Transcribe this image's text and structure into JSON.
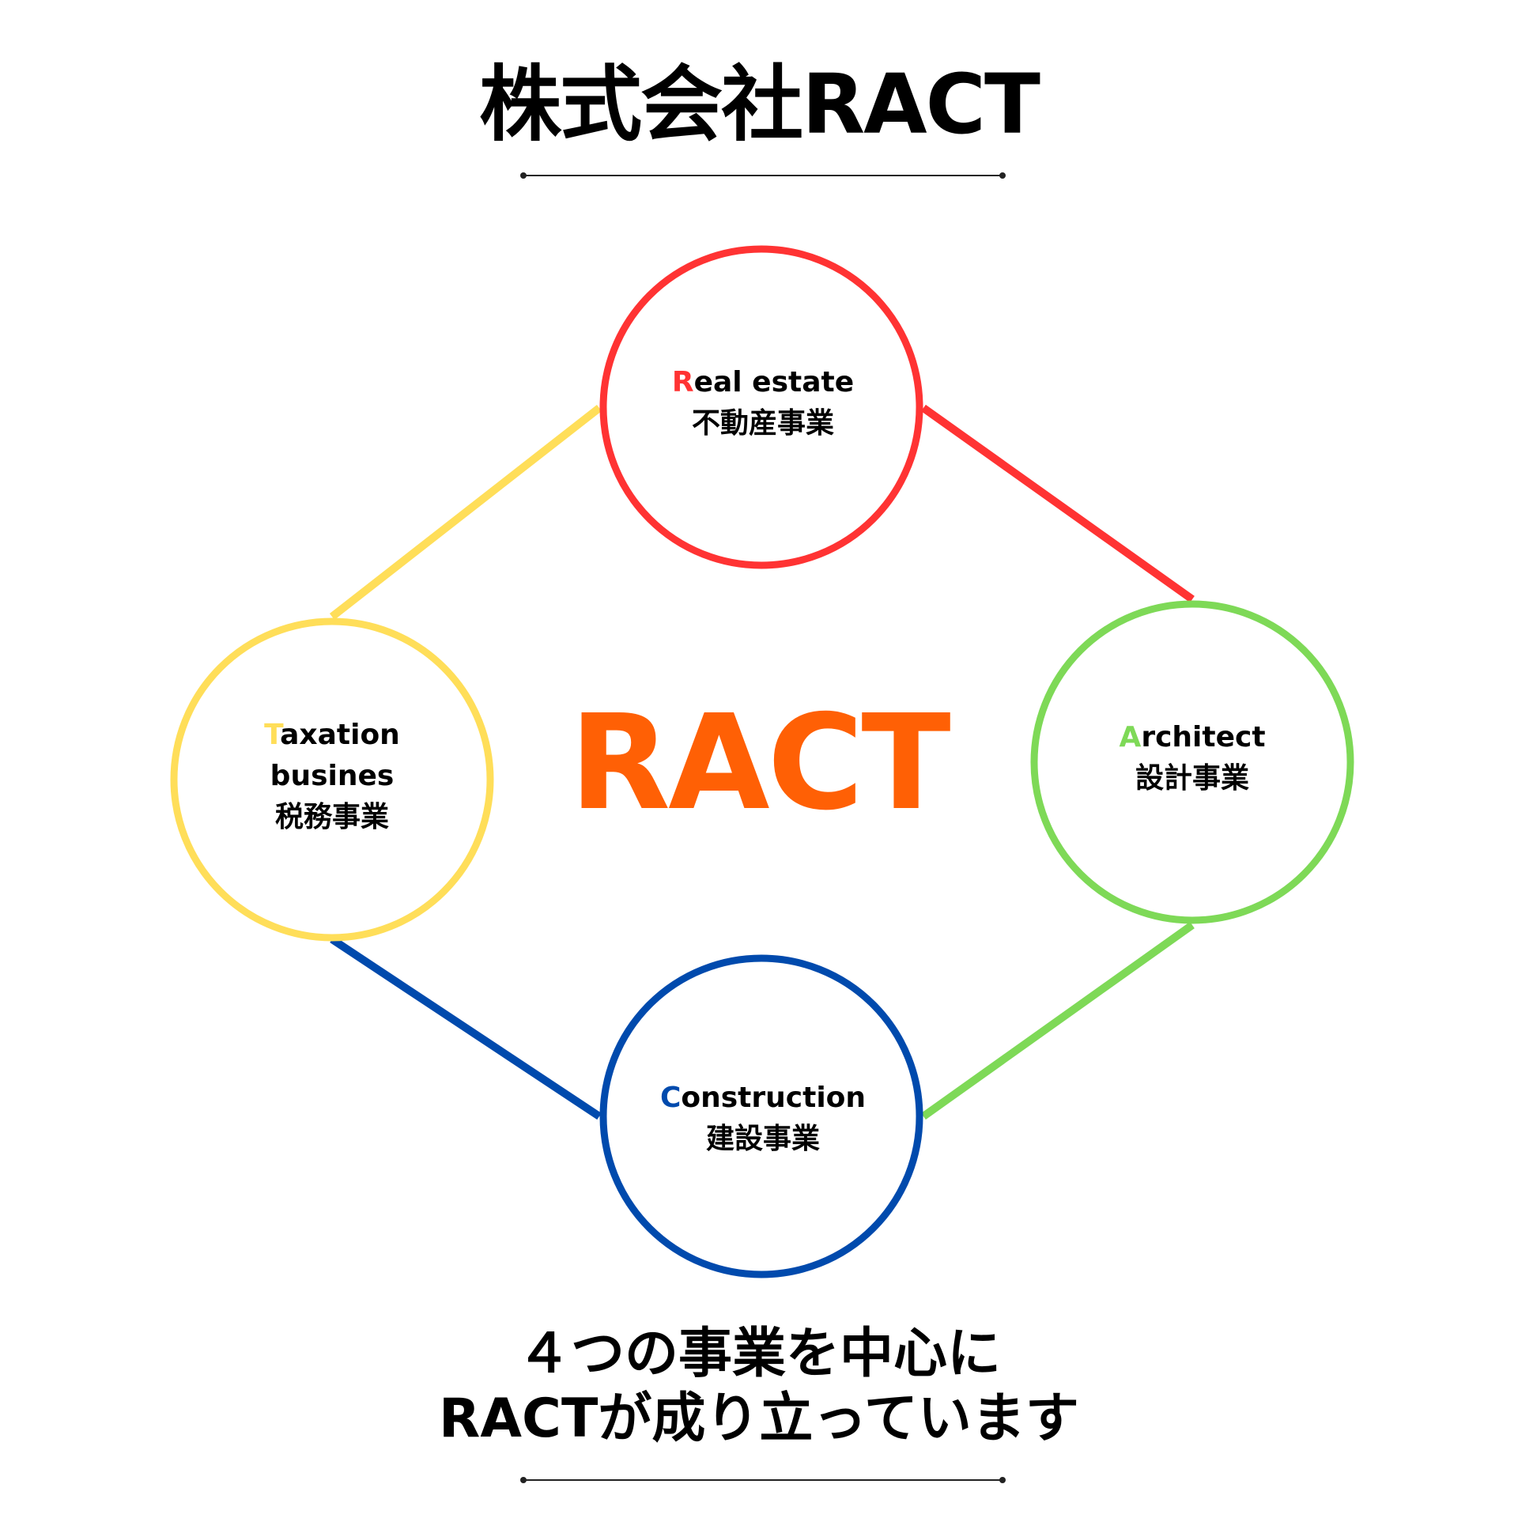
{
  "title": "株式会社RACT",
  "center": {
    "label": "RACT",
    "color": "#ff6005"
  },
  "nodes": [
    {
      "id": "real",
      "initial": "R",
      "rest": "eal estate",
      "jp": "不動産事業",
      "color": "#ff3333"
    },
    {
      "id": "architect",
      "initial": "A",
      "rest": "rchitect",
      "jp": "設計事業",
      "color": "#7ed957"
    },
    {
      "id": "construction",
      "initial": "C",
      "rest": "onstruction",
      "jp": "建設事業",
      "color": "#004aad"
    },
    {
      "id": "taxation",
      "initial": "T",
      "rest": "axation",
      "rest2": "busines",
      "jp": "税務事業",
      "color": "#ffde59"
    }
  ],
  "connectors": [
    {
      "from": "real",
      "to": "architect",
      "color": "#ff3333"
    },
    {
      "from": "architect",
      "to": "construction",
      "color": "#7ed957"
    },
    {
      "from": "construction",
      "to": "taxation",
      "color": "#004aad"
    },
    {
      "from": "taxation",
      "to": "real",
      "color": "#ffde59"
    }
  ],
  "tagline": {
    "line1": "４つの事業を中心に",
    "line2": "RACTが成り立っています"
  }
}
